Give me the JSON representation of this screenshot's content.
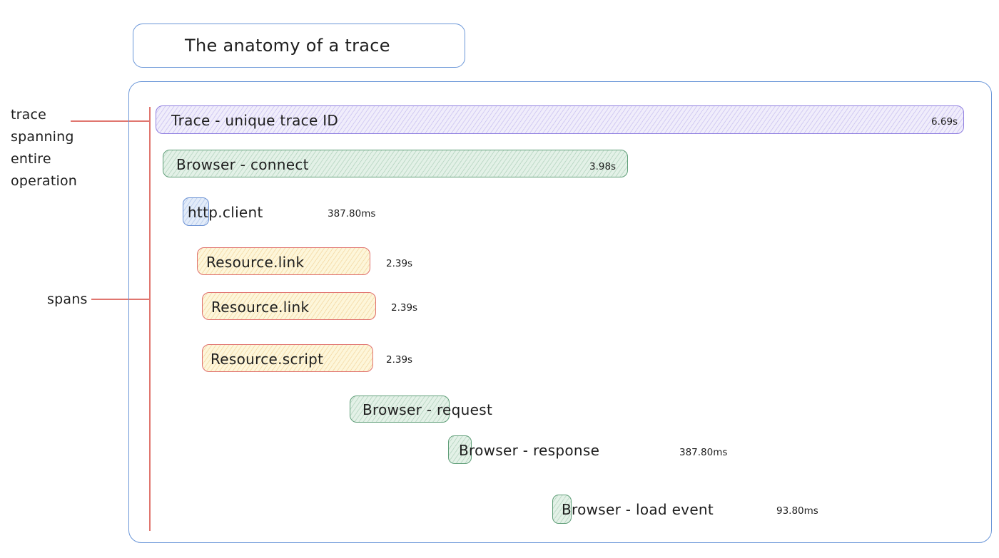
{
  "title": "The anatomy of a trace",
  "annotations": {
    "trace": "trace spanning entire operation",
    "spans": "spans"
  },
  "spans": {
    "trace": {
      "name": "Trace - unique trace ID",
      "duration": "6.69s"
    },
    "connect": {
      "name": "Browser - connect",
      "duration": "3.98s"
    },
    "http_client": {
      "name": "http.client",
      "duration": "387.80ms"
    },
    "resource_link_1": {
      "name": "Resource.link",
      "duration": "2.39s"
    },
    "resource_link_2": {
      "name": "Resource.link",
      "duration": "2.39s"
    },
    "resource_script": {
      "name": "Resource.script",
      "duration": "2.39s"
    },
    "request": {
      "name": "Browser - request",
      "duration": ""
    },
    "response": {
      "name": "Browser - response",
      "duration": "387.80ms"
    },
    "load_event": {
      "name": "Browser - load event",
      "duration": "93.80ms"
    }
  },
  "colors": {
    "outline_blue": "#6a96d8",
    "trace_purple": "#8f7ee0",
    "span_green": "#5f9e78",
    "span_blue": "#6c92d4",
    "resource_yellow_fill": "#fdf6da",
    "resource_red_border": "#e0716e",
    "annotation_red": "#e0766f",
    "text": "#1e1e1e"
  }
}
